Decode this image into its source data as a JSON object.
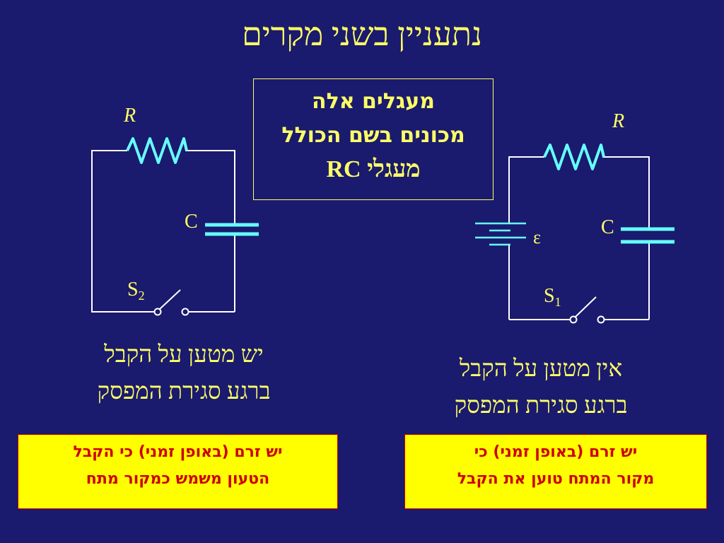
{
  "title": "נתעניין בשני מקרים",
  "info_box": {
    "line1": "מעגלים אלה",
    "line2": "מכונים בשם הכולל",
    "line3": "מעגלי RC"
  },
  "left_circuit": {
    "resistor_label": "R",
    "capacitor_label": "C",
    "switch_label": "S",
    "switch_subscript": "2",
    "caption_line1": "יש מטען על הקבל",
    "caption_line2": "ברגע סגירת המפסק",
    "note_line1": "יש זרם (באופן זמני) כי הקבל",
    "note_line2": "הטעון משמש כמקור מתח"
  },
  "right_circuit": {
    "resistor_label": "R",
    "capacitor_label": "C",
    "emf_label": "ε",
    "switch_label": "S",
    "switch_subscript": "1",
    "caption_line1": "אין מטען על הקבל",
    "caption_line2": "ברגע סגירת המפסק",
    "note_line1": "יש זרם (באופן זמני) כי",
    "note_line2": "מקור המתח טוען את הקבל"
  },
  "colors": {
    "background": "#1a1a6e",
    "text": "#ffff66",
    "wire": "#ffffff",
    "component": "#66ffff",
    "note_background": "#ffff00",
    "note_text": "#cc0000"
  }
}
